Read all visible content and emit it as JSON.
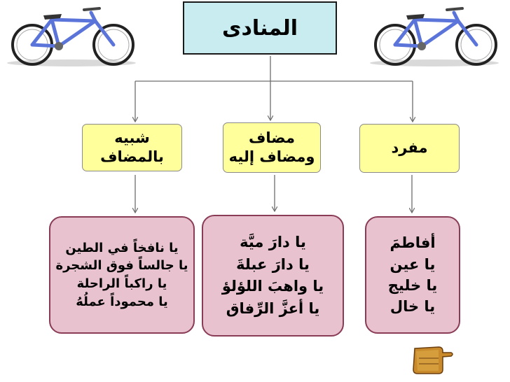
{
  "title": "المنادى",
  "categories": {
    "right": {
      "lines": [
        "مفرد"
      ]
    },
    "middle": {
      "lines": [
        "مضاف",
        "ومضاف إليه"
      ]
    },
    "left": {
      "lines": [
        "شبيه",
        "بالمضاف"
      ]
    }
  },
  "examples": {
    "right": [
      "أفاطمَ",
      "يا عين",
      "يا خليج",
      "يا خال"
    ],
    "middle": [
      "يا دارَ ميَّة",
      "يا دارَ عبلةَ",
      "يا واهبَ اللؤلؤ",
      "يا أعزَّ الرِّفاق"
    ],
    "left": [
      "يا نافخاً في الطين",
      "يا جالساً فوق الشجرة",
      "يا راكباً الراحلة",
      "يا محموداً عملُهُ"
    ]
  },
  "decorations": {
    "left_image": "bicycle",
    "right_image": "bicycle",
    "bottom_icon": "pointing-hand-icon"
  },
  "colors": {
    "title_fill": "#c8ecf0",
    "category_fill": "#ffff9c",
    "example_fill": "#e8c3cf",
    "example_border": "#8a3b55",
    "bicycle_frame": "#5b74d9"
  }
}
